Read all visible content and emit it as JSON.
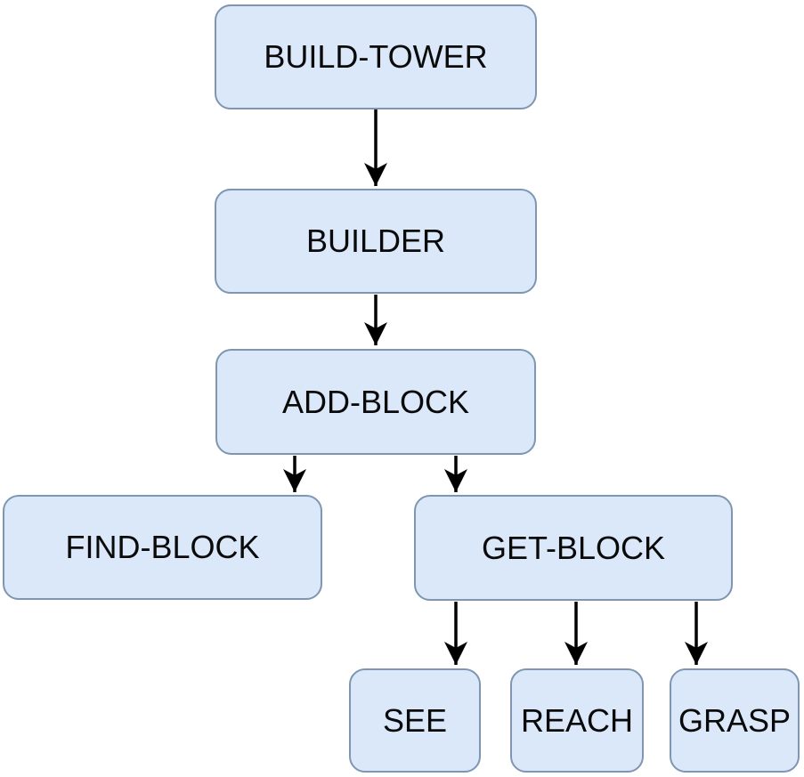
{
  "diagram": {
    "type": "hierarchy-flowchart",
    "nodes": [
      {
        "id": "build-tower",
        "label": "BUILD-TOWER",
        "level": 0
      },
      {
        "id": "builder",
        "label": "BUILDER",
        "level": 1
      },
      {
        "id": "add-block",
        "label": "ADD-BLOCK",
        "level": 2
      },
      {
        "id": "find-block",
        "label": "FIND-BLOCK",
        "level": 3
      },
      {
        "id": "get-block",
        "label": "GET-BLOCK",
        "level": 3
      },
      {
        "id": "see",
        "label": "SEE",
        "level": 4
      },
      {
        "id": "reach",
        "label": "REACH",
        "level": 4
      },
      {
        "id": "grasp",
        "label": "GRASP",
        "level": 4
      }
    ],
    "edges": [
      {
        "from": "build-tower",
        "to": "builder",
        "style": "arrow-down"
      },
      {
        "from": "builder",
        "to": "add-block",
        "style": "arrow-down"
      },
      {
        "from": "add-block",
        "to": "find-block",
        "style": "arrow-down"
      },
      {
        "from": "add-block",
        "to": "get-block",
        "style": "arrow-down"
      },
      {
        "from": "get-block",
        "to": "see",
        "style": "arrow-down"
      },
      {
        "from": "get-block",
        "to": "reach",
        "style": "arrow-down"
      },
      {
        "from": "get-block",
        "to": "grasp",
        "style": "arrow-down"
      }
    ],
    "colors": {
      "node_fill": "#dbe8fa",
      "node_border": "#7e96b1",
      "arrow": "#000000",
      "text": "#0a0a0a",
      "background": "#ffffff"
    }
  }
}
